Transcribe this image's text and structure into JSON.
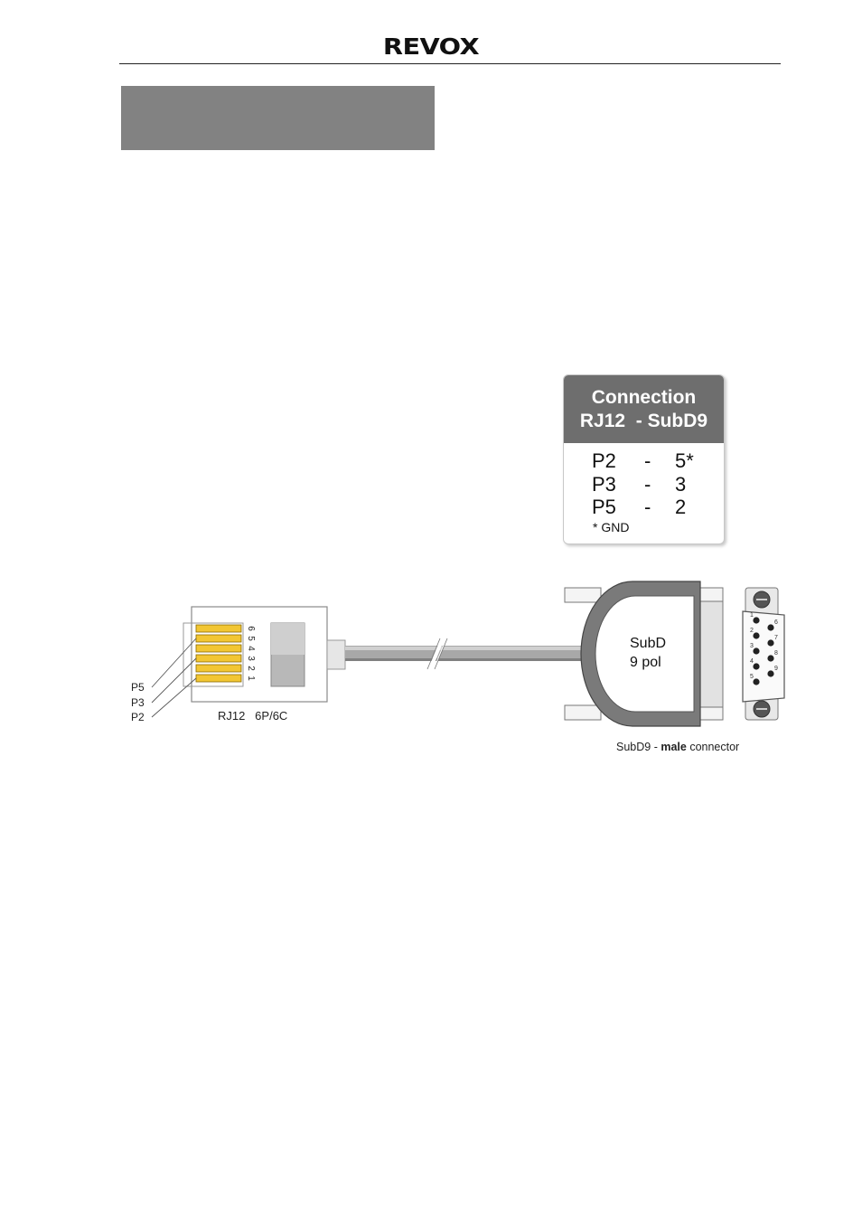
{
  "header": {
    "brand": "REVOX"
  },
  "connection_table": {
    "title_line1": "Connection",
    "title_line2": "RJ12  - SubD9",
    "rows": [
      {
        "rj12": "P2",
        "dash": "-",
        "subd9": "5*"
      },
      {
        "rj12": "P3",
        "dash": "-",
        "subd9": "3"
      },
      {
        "rj12": "P5",
        "dash": "-",
        "subd9": "2"
      }
    ],
    "footnote": "* GND"
  },
  "diagram": {
    "rj12_label": "RJ12   6P/6C",
    "rj12_pin_numbers": [
      "6",
      "5",
      "4",
      "3",
      "2",
      "1"
    ],
    "wire_labels": [
      "P5",
      "P3",
      "P2"
    ],
    "subd_body_line1": "SubD",
    "subd_body_line2": "9 pol",
    "subd9_pin_numbers": [
      "1",
      "2",
      "3",
      "4",
      "5",
      "6",
      "7",
      "8",
      "9"
    ],
    "caption_prefix": "SubD9 - ",
    "caption_bold": "male",
    "caption_suffix": " connector",
    "colors": {
      "contact": "#f2c633",
      "cable": "#9a9a9a",
      "shell": "#7a7a7a"
    }
  }
}
